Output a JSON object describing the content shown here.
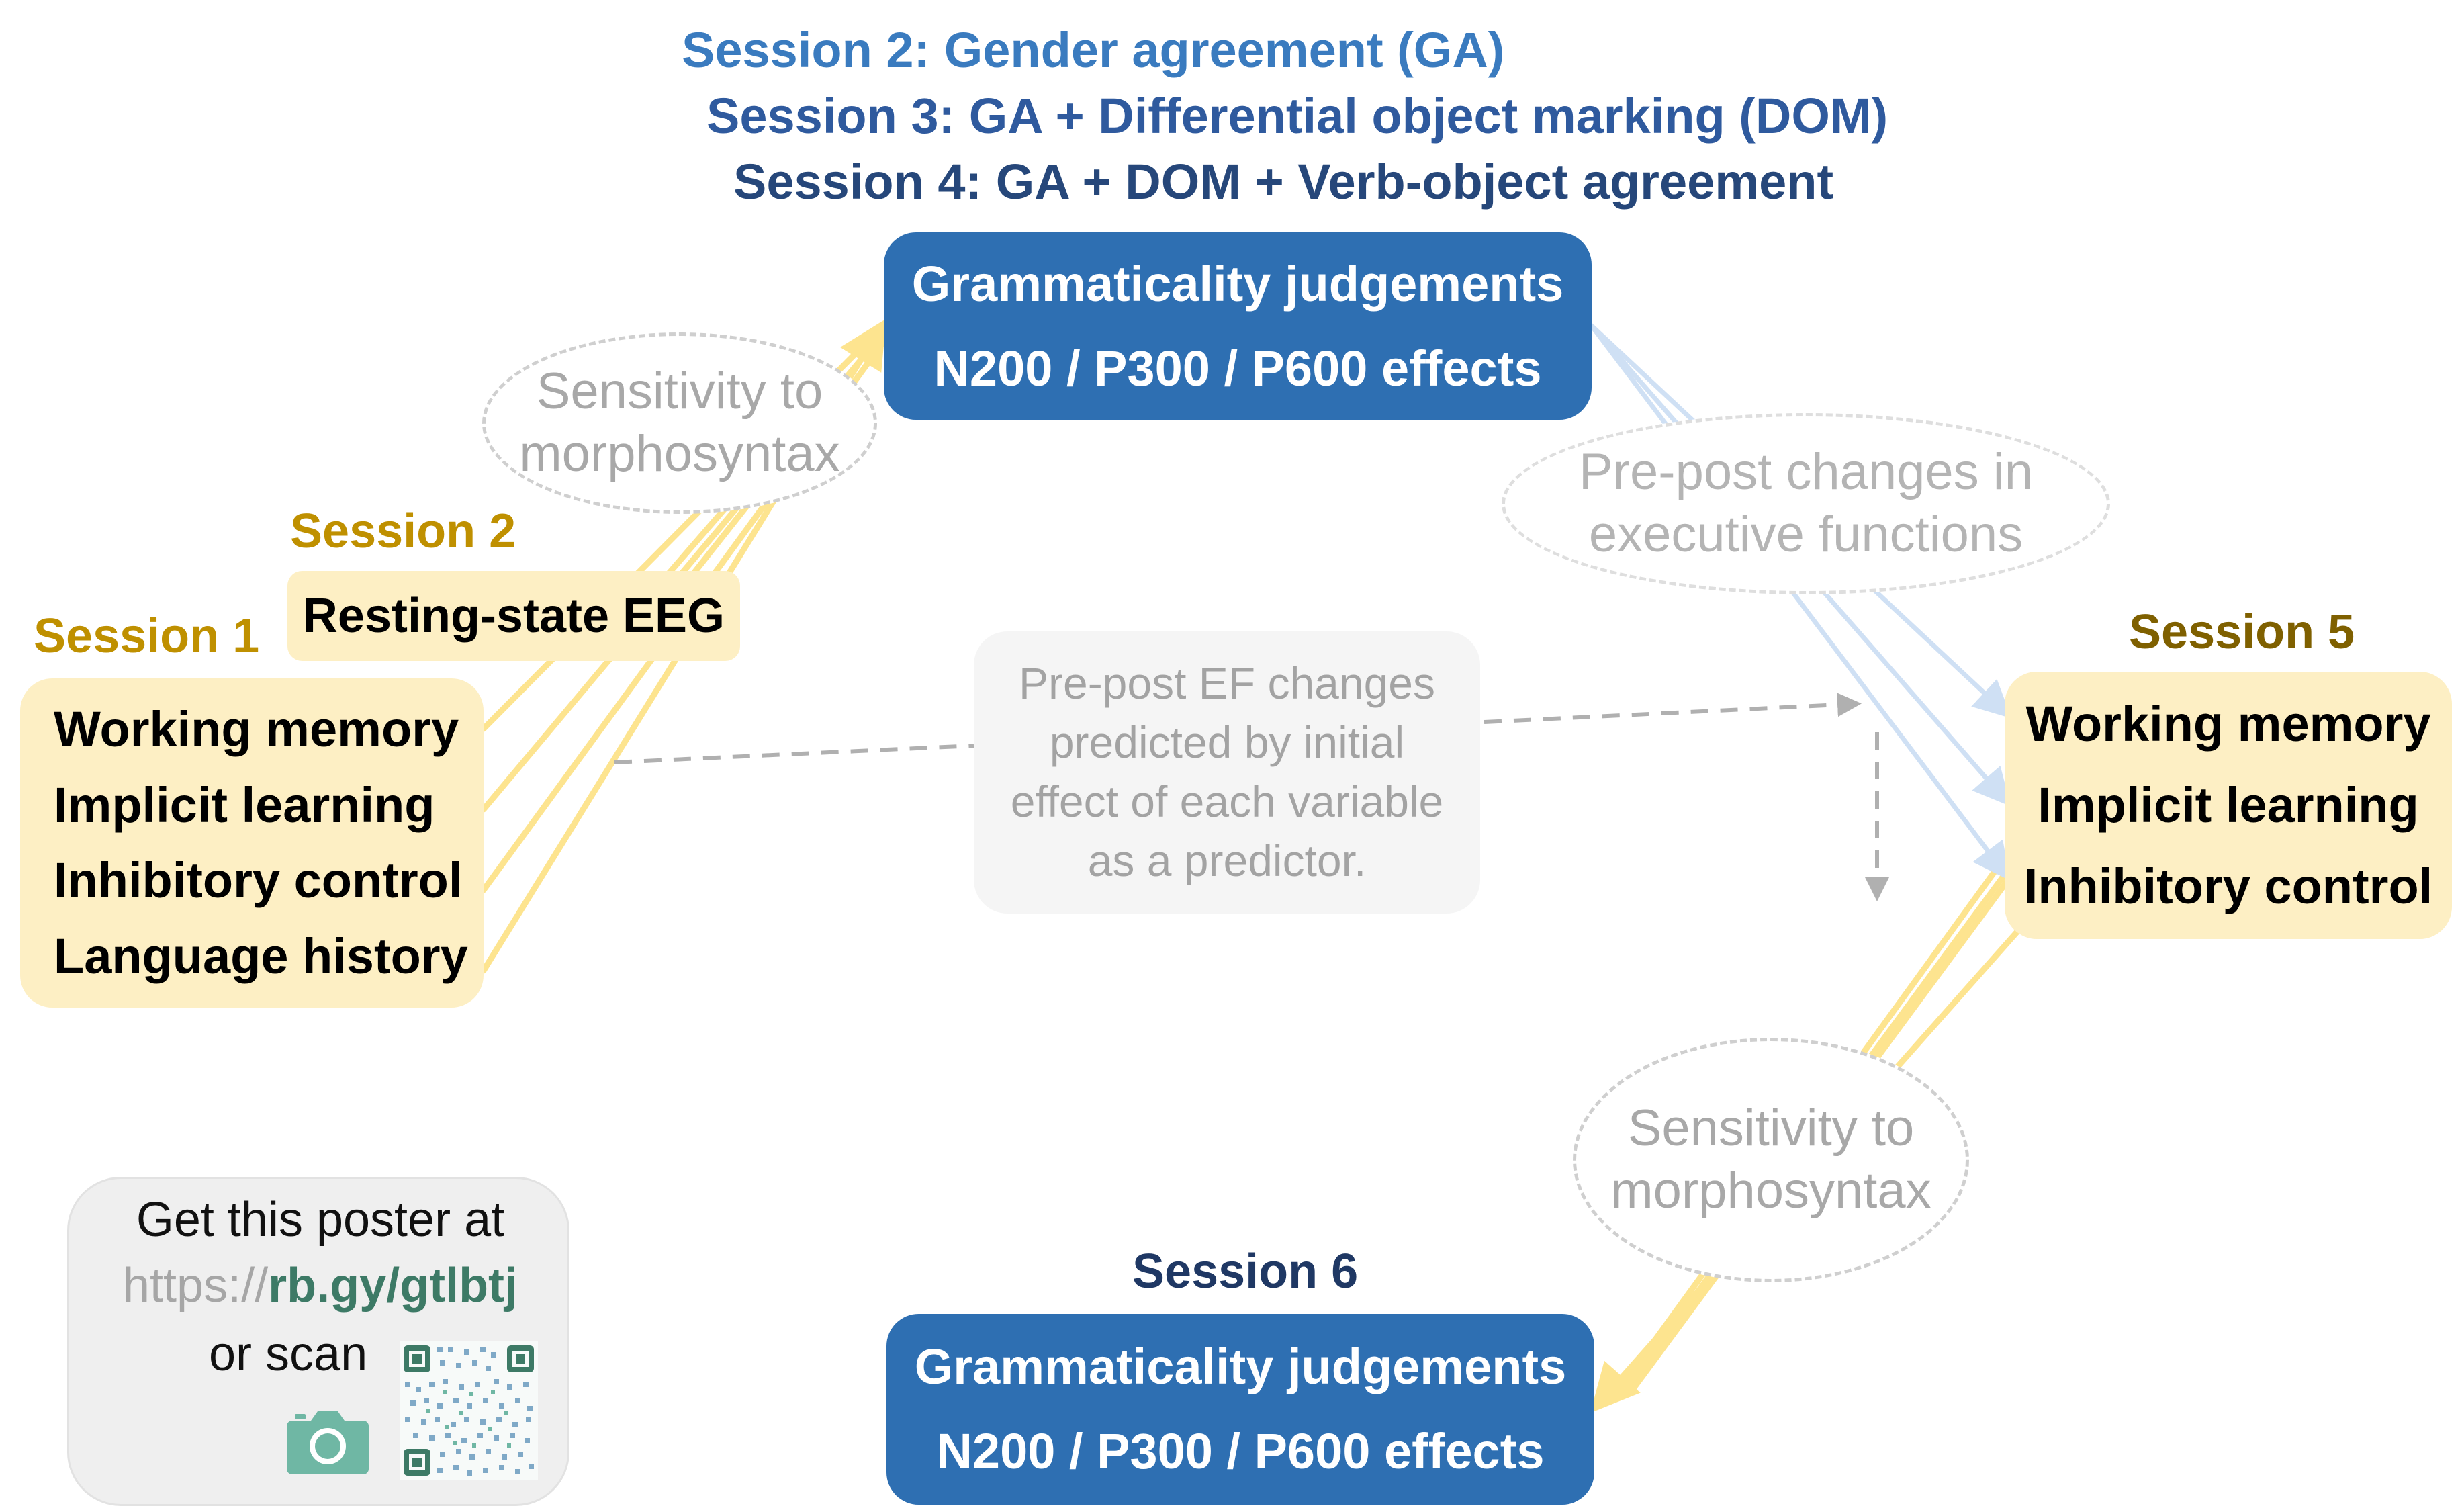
{
  "title_lines": {
    "s2": "Session 2: Gender agreement (GA)",
    "s3": "Session 3: GA + Differential object marking (DOM)",
    "s4": "Session 4: GA + DOM + Verb-object agreement"
  },
  "top_box": {
    "line1": "Grammaticality judgements",
    "line2": "N200 / P300 / P600 effects"
  },
  "session2_label": "Session 2",
  "resting_state": "Resting-state EEG",
  "session1_label": "Session 1",
  "session1_items": [
    "Working memory",
    "Implicit learning",
    "Inhibitory control",
    "Language history"
  ],
  "session5_label": "Session 5",
  "session5_items": [
    "Working memory",
    "Implicit learning",
    "Inhibitory control"
  ],
  "session6_label": "Session 6",
  "bottom_box": {
    "line1": "Grammaticality judgements",
    "line2": "N200 / P300 / P600 effects"
  },
  "ellipse_left": {
    "line1": "Sensitivity to",
    "line2": "morphosyntax"
  },
  "ellipse_right_top": {
    "line1": "Pre-post changes in",
    "line2": "executive functions"
  },
  "ellipse_right_bottom": {
    "line1": "Sensitivity to",
    "line2": "morphosyntax"
  },
  "center_note": {
    "line1": "Pre-post EF changes",
    "line2": "predicted by initial",
    "line3": "effect of each variable",
    "line4": "as a predictor."
  },
  "poster": {
    "line1": "Get this poster at",
    "url_prefix": "https://",
    "url_main": "rb.gy/gtlbtj",
    "line3": "or scan"
  },
  "colors": {
    "session2_title": "#3a7bbf",
    "session3_title": "#2f5a9e",
    "session4_title": "#26477a",
    "gold_label": "#bf9000",
    "session5_label": "#7f6000",
    "session6_label": "#1f3864",
    "blue_box": "#2e6fb2",
    "yellow_box": "#fdefc4",
    "yellow_line": "#fde48f",
    "blue_line": "#cfe0f4",
    "url_green": "#3d7a66",
    "camera": "#6fb7a4"
  },
  "icons": [
    "camera-icon",
    "qr-code-icon"
  ]
}
